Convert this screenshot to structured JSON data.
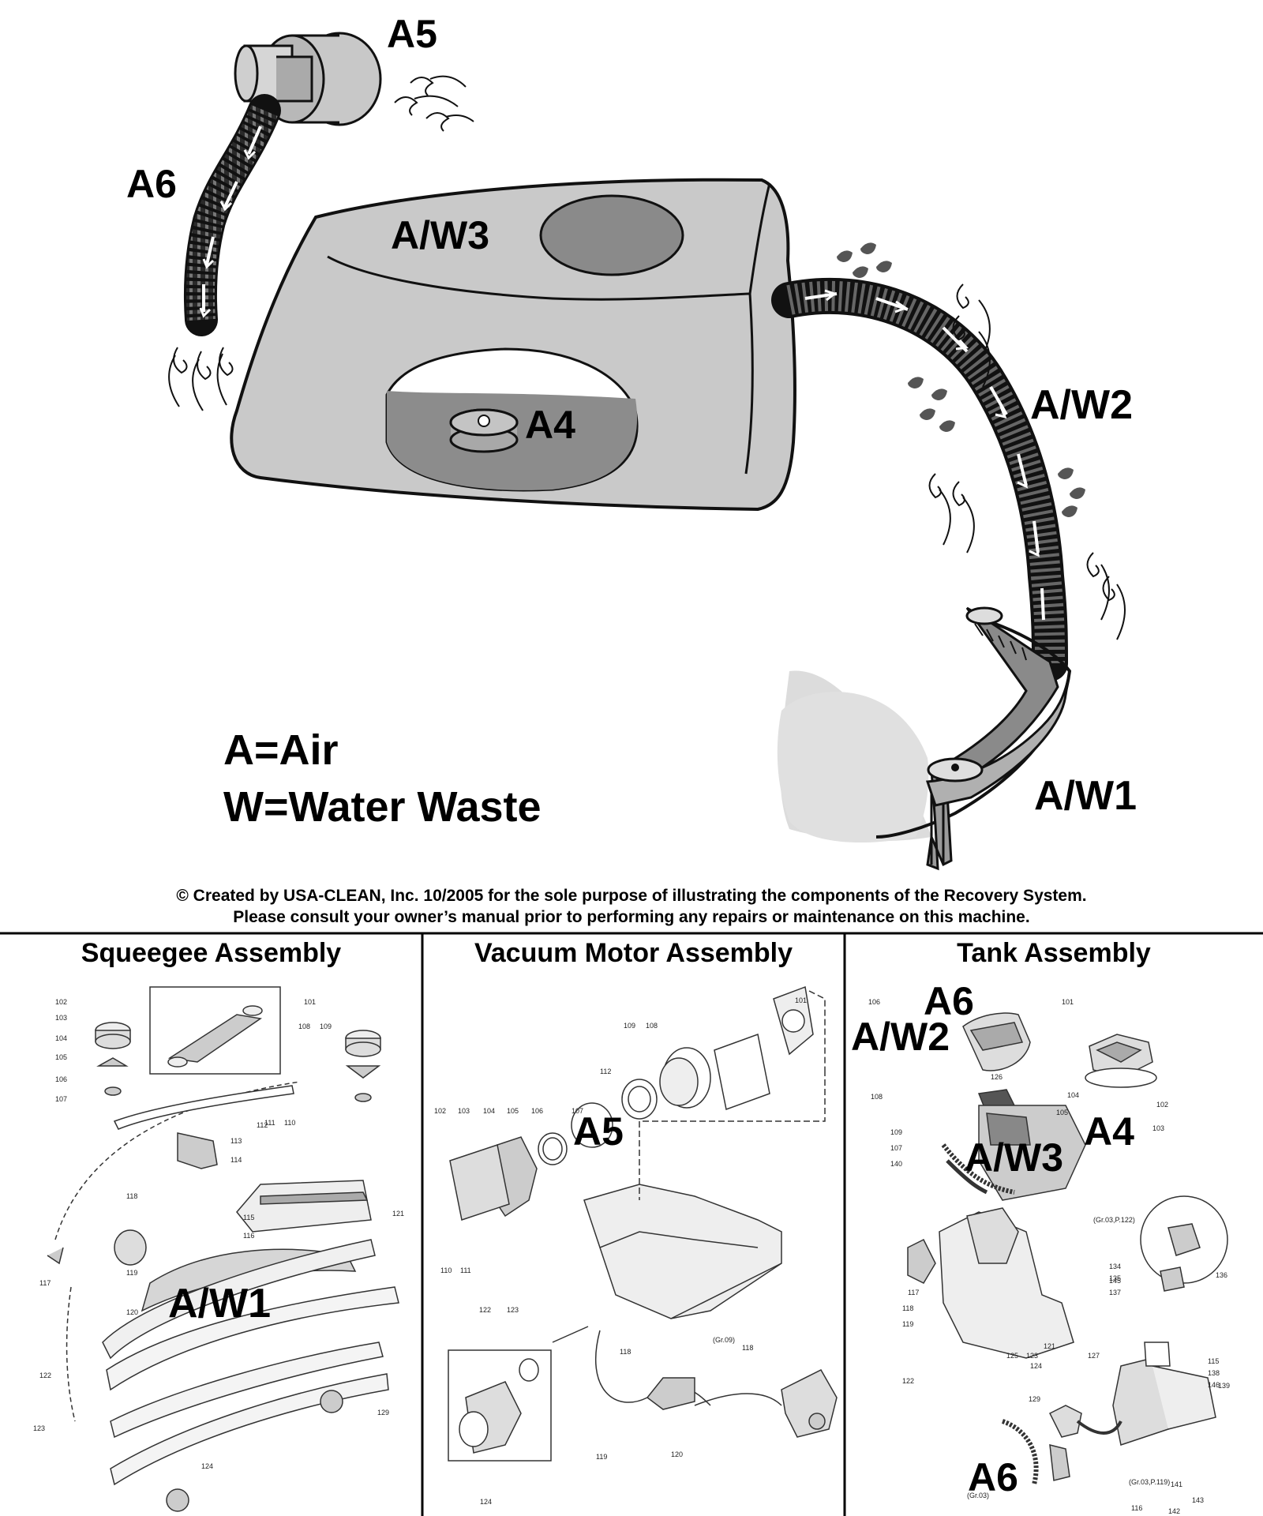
{
  "top_labels": {
    "a5": "A5",
    "a6": "A6",
    "aw3": "A/W3",
    "a4": "A4",
    "aw2": "A/W2",
    "aw1": "A/W1"
  },
  "legend": {
    "air": "A=Air",
    "water": "W=Water Waste"
  },
  "copyright": {
    "line1": "© Created by USA-CLEAN, Inc. 10/2005 for the sole purpose of illustrating the components of the Recovery System.",
    "line2": "Please consult your owner’s manual prior to performing any repairs or maintenance on this machine."
  },
  "panels": [
    {
      "title": "Squeegee Assembly",
      "overlay_labels": [
        "A/W1"
      ],
      "part_numbers": [
        "101",
        "102",
        "103",
        "104",
        "105",
        "106",
        "107",
        "108",
        "109",
        "110",
        "111",
        "112",
        "113",
        "114",
        "115",
        "116",
        "117",
        "118",
        "119",
        "120",
        "121",
        "122",
        "123",
        "124",
        "129"
      ]
    },
    {
      "title": "Vacuum Motor Assembly",
      "overlay_labels": [
        "A5"
      ],
      "part_numbers": [
        "101",
        "102",
        "103",
        "104",
        "105",
        "106",
        "107",
        "108",
        "109",
        "110",
        "111",
        "112",
        "118",
        "118",
        "119",
        "120",
        "122",
        "123",
        "124",
        "(Gr.09)"
      ]
    },
    {
      "title": "Tank Assembly",
      "overlay_labels": [
        "A6",
        "A/W2",
        "A4",
        "A/W3",
        "A6"
      ],
      "part_numbers": [
        "101",
        "102",
        "103",
        "104",
        "105",
        "106",
        "107",
        "108",
        "109",
        "115",
        "116",
        "117",
        "118",
        "119",
        "121",
        "122",
        "123",
        "124",
        "125",
        "126",
        "127",
        "129",
        "134",
        "135",
        "136",
        "137",
        "138",
        "139",
        "140",
        "141",
        "142",
        "143",
        "145",
        "146",
        "(Gr.03,P.122)",
        "(Gr.03)",
        "(Gr.03,P.119)"
      ]
    }
  ]
}
